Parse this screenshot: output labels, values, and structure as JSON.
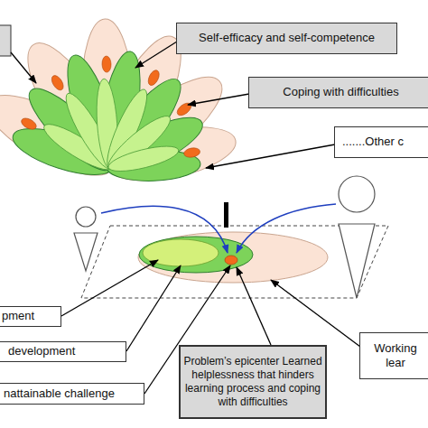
{
  "diagram": {
    "nodes": [
      {
        "text": [
          "Self-efficacy and self-competence"
        ]
      },
      {
        "text": [
          "Coping with difficulties"
        ]
      },
      {
        "text": [
          ".......Other c"
        ]
      },
      {
        "text": [
          "pment"
        ]
      },
      {
        "text": [
          "development"
        ]
      },
      {
        "text": [
          "nattainable challenge"
        ]
      },
      {
        "text": [
          "Problem’s epicenter Learned helplessness that hinders learning process and coping with difficulties"
        ]
      },
      {
        "text": [
          "Working lear"
        ]
      }
    ]
  }
}
